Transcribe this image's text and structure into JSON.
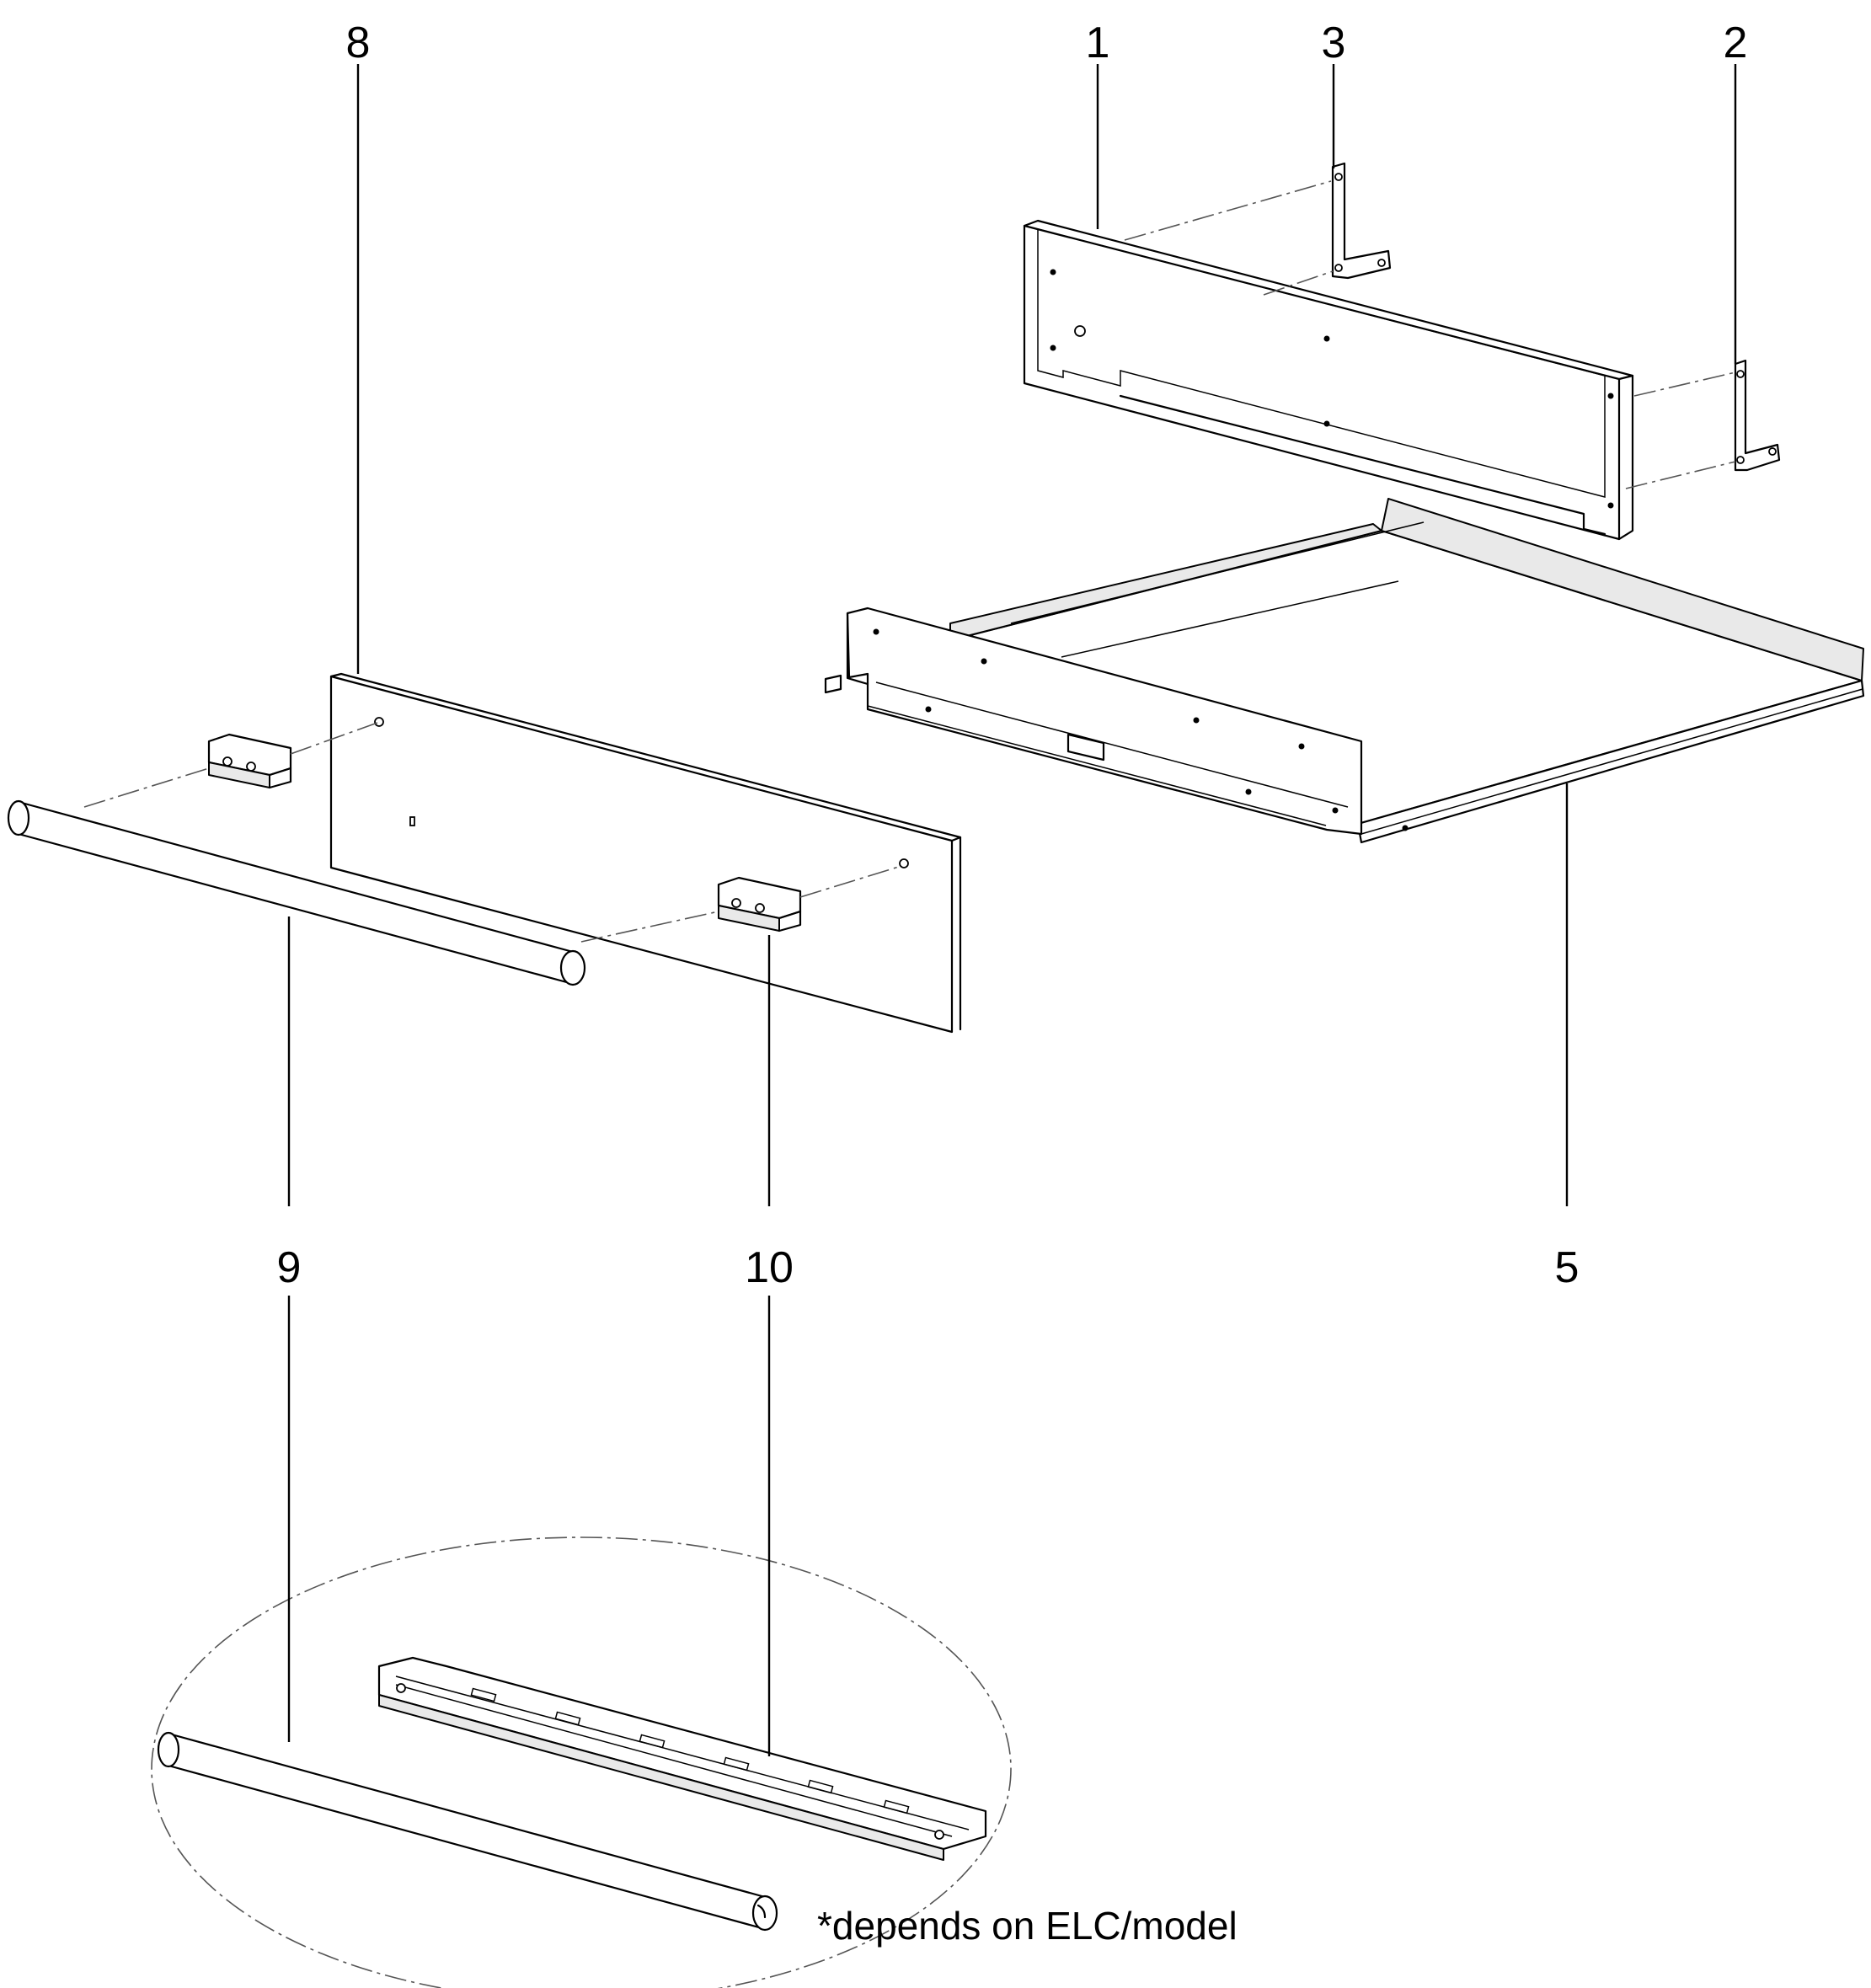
{
  "callouts": {
    "part_1": "1",
    "part_2": "2",
    "part_3": "3",
    "part_5": "5",
    "part_8": "8",
    "part_9": "9",
    "part_10": "10",
    "part_9_detail": "9",
    "part_10_detail": "10"
  },
  "note": "*depends on ELC/model"
}
